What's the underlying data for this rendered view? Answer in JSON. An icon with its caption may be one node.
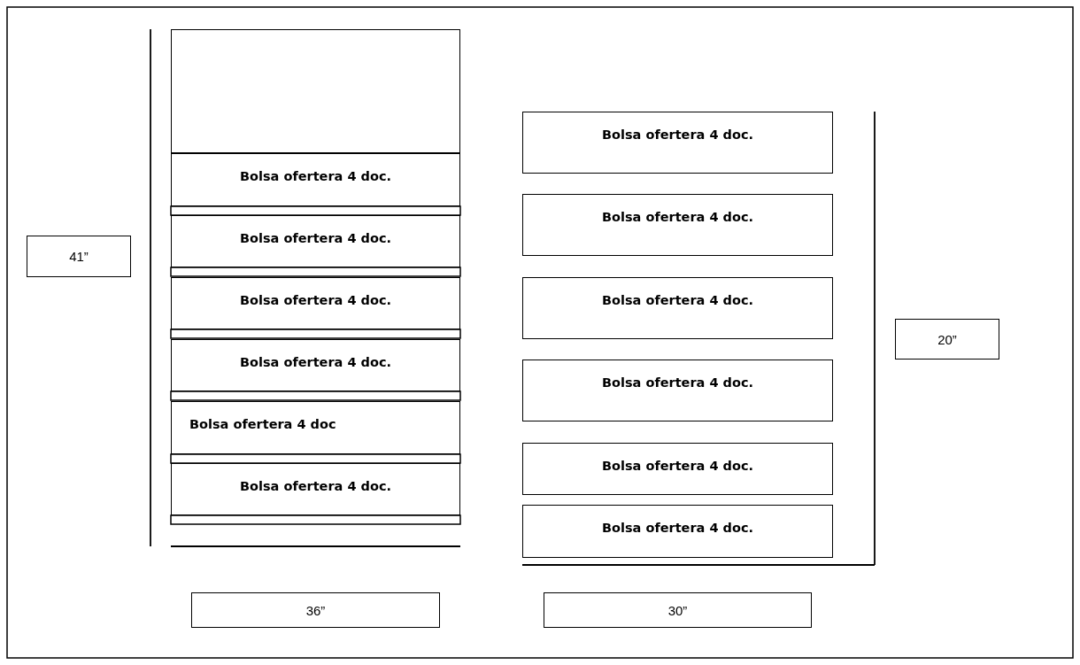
{
  "diagram": {
    "nodes": [
      {
        "text": [],
        "shape": "box"
      },
      {
        "text": [
          "Bolsa ofertera 4 doc."
        ]
      },
      {
        "text": [
          "Bolsa ofertera 4 doc."
        ]
      },
      {
        "text": [
          "Bolsa ofertera 4 doc."
        ]
      },
      {
        "text": [
          "Bolsa ofertera 4 doc."
        ]
      },
      {
        "text": [
          "Bolsa ofertera 4 doc"
        ]
      },
      {
        "text": [
          "Bolsa ofertera 4 doc."
        ]
      },
      {
        "text": [
          "Bolsa ofertera 4 doc."
        ]
      },
      {
        "text": [
          "Bolsa ofertera 4 doc."
        ]
      },
      {
        "text": [
          "Bolsa ofertera 4 doc."
        ]
      },
      {
        "text": [
          "Bolsa ofertera 4 doc."
        ]
      },
      {
        "text": [
          "Bolsa ofertera 4 doc."
        ]
      },
      {
        "text": [
          "Bolsa ofertera 4 doc."
        ]
      },
      {
        "text": [
          "41”"
        ]
      },
      {
        "text": [
          "20”"
        ]
      },
      {
        "text": [
          "36”"
        ]
      },
      {
        "text": [
          "30”"
        ]
      }
    ]
  }
}
